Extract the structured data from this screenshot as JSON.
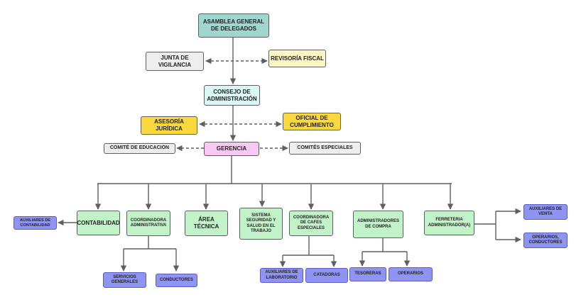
{
  "nodes": {
    "asamblea": "ASAMBLEA GENERAL\nDE DELEGADOS",
    "junta": "JUNTA DE\nVIGILANCIA",
    "revisoria": "REVISORÍA FISCAL",
    "consejo": "CONSEJO DE\nADMINISTRACIÓN",
    "asesoria": "ASESORÍA\nJURÍDICA",
    "oficial": "OFICIAL DE\nCUMPLIMIENTO",
    "gerencia": "GERENCIA",
    "comite_educacion": "COMITÉ DE EDUCACION",
    "comites_especiales": "COMITÉS ESPECIALES",
    "contabilidad": "CONTABILIDAD",
    "coordinadora_admin": "COORDINADORA\nADMINISTRATIVA",
    "area_tecnica": "ÁREA\nTÉCNICA",
    "sistema_seguridad": "SISTEMA\nSEGURIDAD Y\nSALUD EN EL\nTRABAJO",
    "coordinadora_cafes": "COORDINADORA\nDE CAFES\nESPECIALES",
    "administradores_compra": "ADMINISTRADORES\nDE COMPRA",
    "ferreteria": "FERRETERIA\nADMINISTRADOR(A)",
    "auxiliares_contabilidad": "AUXILIARES DE\nCONTABILIDAD",
    "servicios_generales": "SERVICIOS\nGENERALES",
    "conductores": "CONDUCTORES",
    "auxiliares_laboratorio": "AUXILIARES DE\nLABORATORIO",
    "catadoras": "CATADORAS",
    "tesoreras": "TESORERAS",
    "operarios": "OPERARIOS",
    "auxiliares_venta": "AUXILIARES DE\nVENTA",
    "operarios_conductores": "OPERARIOS,\nCONDUCTORES"
  },
  "colors": {
    "asamblea": "#9fd6cd",
    "consejo": "#d9f7f3",
    "grey_box": "#eeeeee",
    "revisoria": "#fff6c2",
    "advisory_yellow": "#fbd93e",
    "gerencia": "#f8c9f2",
    "department_green": "#c2f2c8",
    "staff_purple": "#8f93f1",
    "line": "#5f5f5f"
  }
}
